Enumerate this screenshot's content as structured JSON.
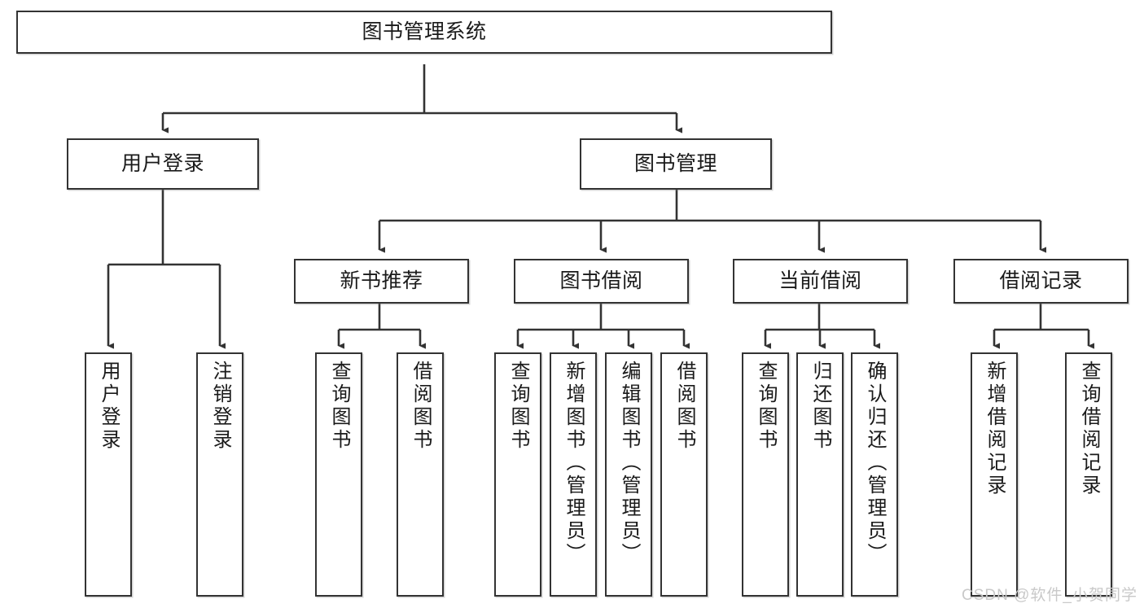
{
  "diagram": {
    "type": "tree",
    "title": "图书管理系统",
    "orientation": "top-down",
    "colors": {
      "box_border": "#333333",
      "box_fill": "#ffffff",
      "edge": "#333333",
      "text": "#1a1a1a",
      "watermark": "#c9c9c9",
      "background": "#ffffff"
    },
    "nodes": {
      "root": {
        "label": "图书管理系统",
        "level": 1,
        "text_direction": "horizontal"
      },
      "n_user_login": {
        "label": "用户登录",
        "level": 2,
        "text_direction": "horizontal"
      },
      "n_book_mgmt": {
        "label": "图书管理",
        "level": 2,
        "text_direction": "horizontal"
      },
      "n_new_book_rec": {
        "label": "新书推荐",
        "level": 3,
        "text_direction": "horizontal"
      },
      "n_book_borrow": {
        "label": "图书借阅",
        "level": 3,
        "text_direction": "horizontal"
      },
      "n_current_borrow": {
        "label": "当前借阅",
        "level": 3,
        "text_direction": "horizontal"
      },
      "n_borrow_record": {
        "label": "借阅记录",
        "level": 3,
        "text_direction": "horizontal"
      },
      "leaf_user_login": {
        "label": "用户登录",
        "level": 4,
        "text_direction": "vertical"
      },
      "leaf_logout": {
        "label": "注销登录",
        "level": 4,
        "text_direction": "vertical"
      },
      "leaf_query_book_1": {
        "label": "查询图书",
        "level": 4,
        "text_direction": "vertical"
      },
      "leaf_borrow_book_1": {
        "label": "借阅图书",
        "level": 4,
        "text_direction": "vertical"
      },
      "leaf_query_book_2": {
        "label": "查询图书",
        "level": 4,
        "text_direction": "vertical"
      },
      "leaf_add_book": {
        "label": "新增图书（管理员）",
        "level": 4,
        "text_direction": "vertical"
      },
      "leaf_edit_book": {
        "label": "编辑图书（管理员）",
        "level": 4,
        "text_direction": "vertical"
      },
      "leaf_borrow_book_2": {
        "label": "借阅图书",
        "level": 4,
        "text_direction": "vertical"
      },
      "leaf_query_book_3": {
        "label": "查询图书",
        "level": 4,
        "text_direction": "vertical"
      },
      "leaf_return_book": {
        "label": "归还图书",
        "level": 4,
        "text_direction": "vertical"
      },
      "leaf_confirm_return": {
        "label": "确认归还（管理员）",
        "level": 4,
        "text_direction": "vertical"
      },
      "leaf_add_record": {
        "label": "新增借阅记录",
        "level": 4,
        "text_direction": "vertical"
      },
      "leaf_query_record": {
        "label": "查询借阅记录",
        "level": 4,
        "text_direction": "vertical"
      }
    },
    "edges": [
      {
        "from": "root",
        "to": "n_user_login"
      },
      {
        "from": "root",
        "to": "n_book_mgmt"
      },
      {
        "from": "n_user_login",
        "to": "leaf_user_login"
      },
      {
        "from": "n_user_login",
        "to": "leaf_logout"
      },
      {
        "from": "n_book_mgmt",
        "to": "n_new_book_rec"
      },
      {
        "from": "n_book_mgmt",
        "to": "n_book_borrow"
      },
      {
        "from": "n_book_mgmt",
        "to": "n_current_borrow"
      },
      {
        "from": "n_book_mgmt",
        "to": "n_borrow_record"
      },
      {
        "from": "n_new_book_rec",
        "to": "leaf_query_book_1"
      },
      {
        "from": "n_new_book_rec",
        "to": "leaf_borrow_book_1"
      },
      {
        "from": "n_book_borrow",
        "to": "leaf_query_book_2"
      },
      {
        "from": "n_book_borrow",
        "to": "leaf_add_book"
      },
      {
        "from": "n_book_borrow",
        "to": "leaf_edit_book"
      },
      {
        "from": "n_book_borrow",
        "to": "leaf_borrow_book_2"
      },
      {
        "from": "n_current_borrow",
        "to": "leaf_query_book_3"
      },
      {
        "from": "n_current_borrow",
        "to": "leaf_return_book"
      },
      {
        "from": "n_current_borrow",
        "to": "leaf_confirm_return"
      },
      {
        "from": "n_borrow_record",
        "to": "leaf_add_record"
      },
      {
        "from": "n_borrow_record",
        "to": "leaf_query_record"
      }
    ]
  },
  "watermark": {
    "text": "CSDN @软件_小贺同学"
  }
}
